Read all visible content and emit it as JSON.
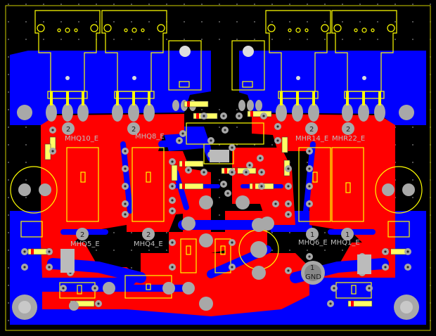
{
  "board": {
    "title": "",
    "colors": {
      "background": "#000000",
      "bottom_copper": "#0000ff",
      "top_copper": "#ff0000",
      "silkscreen": "#ffff00",
      "pad": "#a8a8a8",
      "grid_dot": "#8a8a8a"
    }
  },
  "labels": {
    "q10": "MHQ10_E",
    "q8": "MHQ8_E",
    "q14": "MHR14_E",
    "q22": "MHR22_E",
    "q5": "MHQ5_E",
    "q4": "MHQ4_E",
    "q6": "MHQ6_E",
    "q1e": "MHQ1_E",
    "gnd_num": "1",
    "gnd": "GND"
  },
  "pin_numbers": {
    "top_left_a": "2",
    "top_left_b": "2",
    "top_right_a": "2",
    "top_right_b": "2",
    "bottom_a": "2",
    "bottom_b": "2",
    "bottom_c": "1",
    "bottom_d": "1"
  }
}
